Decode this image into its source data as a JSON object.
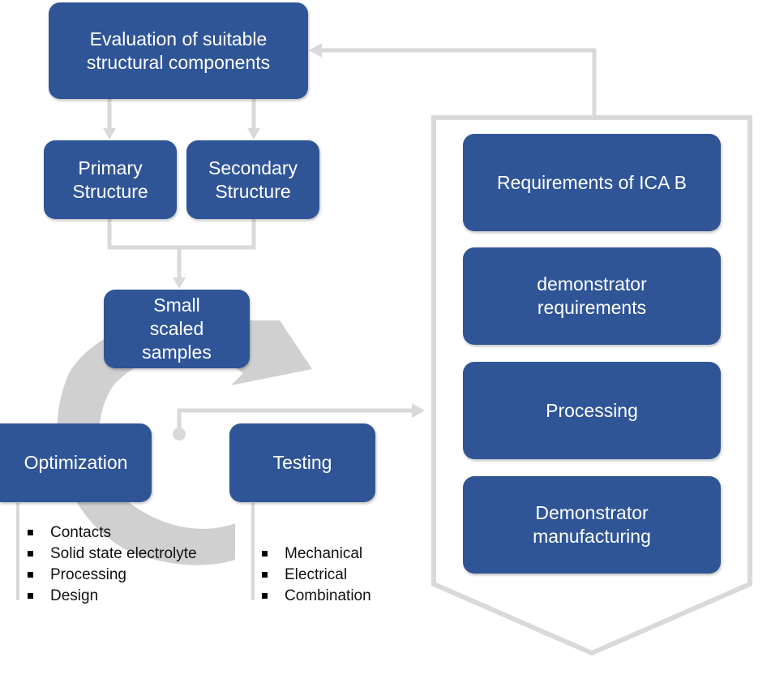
{
  "colors": {
    "box_fill": "#2f5597",
    "box_text": "#ffffff",
    "connector": "#d9d9d9",
    "cycle_arrow": "#d0d0d0"
  },
  "boxes": {
    "evaluation": "Evaluation of suitable\nstructural components",
    "primary": "Primary\nStructure",
    "secondary": "Secondary\nStructure",
    "small_samples": "Small\nscaled\nsamples",
    "optimization": "Optimization",
    "testing": "Testing",
    "requirements_ica": "Requirements of ICA B",
    "demonstrator_requirements": "demonstrator\nrequirements",
    "processing": "Processing",
    "demonstrator_manufacturing": "Demonstrator\nmanufacturing"
  },
  "optimization_items": [
    "Contacts",
    "Solid state electrolyte",
    "Processing",
    "Design"
  ],
  "testing_items": [
    "Mechanical",
    "Electrical",
    "Combination"
  ]
}
